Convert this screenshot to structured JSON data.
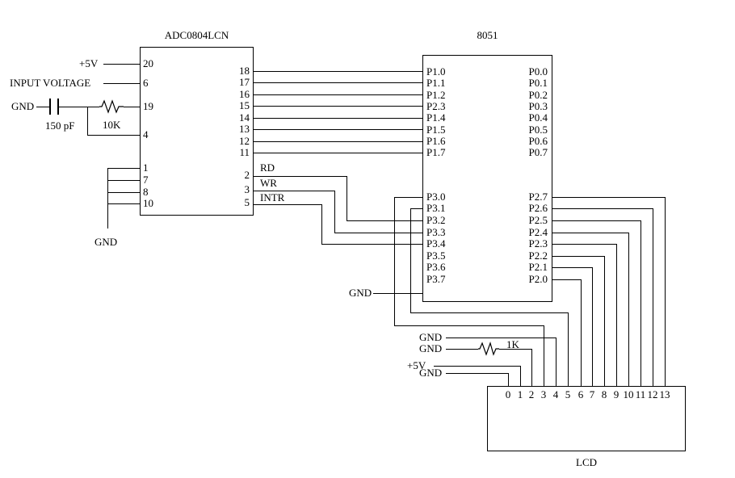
{
  "colors": {
    "line": "#000000",
    "background": "#ffffff"
  },
  "adc": {
    "title": "ADC0804LCN",
    "left_pin_numbers": [
      "20",
      "6",
      "19",
      "4",
      "1",
      "7",
      "8",
      "10"
    ],
    "right_pin_numbers": [
      "18",
      "17",
      "16",
      "15",
      "14",
      "13",
      "12",
      "11"
    ],
    "control_pin_numbers": [
      "2",
      "3",
      "5"
    ],
    "control_signals": {
      "rd": "RD",
      "wr": "WR",
      "intr": "INTR"
    }
  },
  "mcu": {
    "title": "8051",
    "left_top_pins": [
      "P1.0",
      "P1.1",
      "P1.2",
      "P2.3",
      "P1.4",
      "P1.5",
      "P1.6",
      "P1.7"
    ],
    "left_bottom_pins": [
      "P3.0",
      "P3.1",
      "P3.2",
      "P3.3",
      "P3.4",
      "P3.5",
      "P3.6",
      "P3.7"
    ],
    "right_top_pins": [
      "P0.0",
      "P0.1",
      "P0.2",
      "P0.3",
      "P0.4",
      "P0.5",
      "P0.6",
      "P0.7"
    ],
    "right_bottom_pins": [
      "P2.7",
      "P2.6",
      "P2.5",
      "P2.4",
      "P2.3",
      "P2.2",
      "P2.1",
      "P2.0"
    ]
  },
  "lcd": {
    "title": "LCD",
    "pin_numbers": [
      "0",
      "1",
      "2",
      "3",
      "4",
      "5",
      "6",
      "7",
      "8",
      "9",
      "10",
      "11",
      "12",
      "13"
    ]
  },
  "net_labels": {
    "supply_top": "+5V",
    "input_voltage": "INPUT VOLTAGE",
    "gnd_cap": "GND",
    "gnd_adc": "GND",
    "gnd_mcu": "GND",
    "gnd_lcd_row1": "GND",
    "gnd_lcd_row2": "GND",
    "supply_lcd": "+5V",
    "gnd_lcd_row3": "GND"
  },
  "components": {
    "capacitor_value": "150 pF",
    "resistor_adc_value": "10K",
    "resistor_lcd_value": "1K"
  }
}
